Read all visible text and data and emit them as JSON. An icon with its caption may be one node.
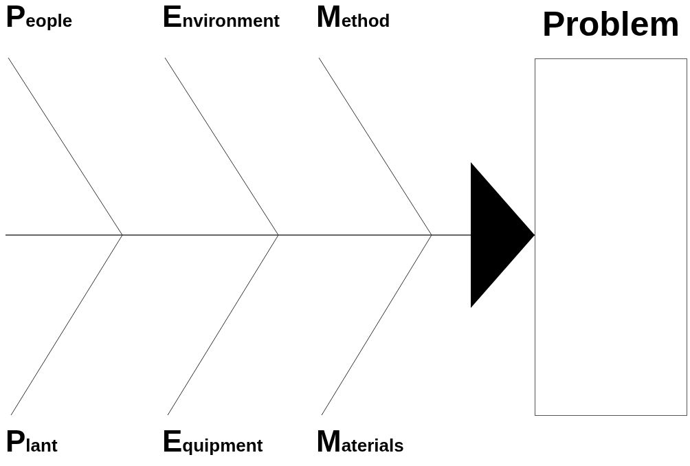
{
  "diagram": {
    "nodes": [
      {
        "text": [
          "People"
        ]
      },
      {
        "text": [
          "Environment"
        ]
      },
      {
        "text": [
          "Method"
        ]
      },
      {
        "text": [
          "Plant"
        ]
      },
      {
        "text": [
          "Equipment"
        ]
      },
      {
        "text": [
          "Materials"
        ]
      },
      {
        "text": [
          "Problem"
        ]
      }
    ],
    "edges": [
      {
        "from": 0,
        "to": null,
        "arrow": "none"
      },
      {
        "from": 1,
        "to": null,
        "arrow": "none"
      },
      {
        "from": 2,
        "to": null,
        "arrow": "none"
      },
      {
        "from": 3,
        "to": null,
        "arrow": "none"
      },
      {
        "from": 4,
        "to": null,
        "arrow": "none"
      },
      {
        "from": 5,
        "to": null,
        "arrow": "none"
      },
      {
        "from": null,
        "to": 6,
        "arrow": "to"
      }
    ]
  }
}
